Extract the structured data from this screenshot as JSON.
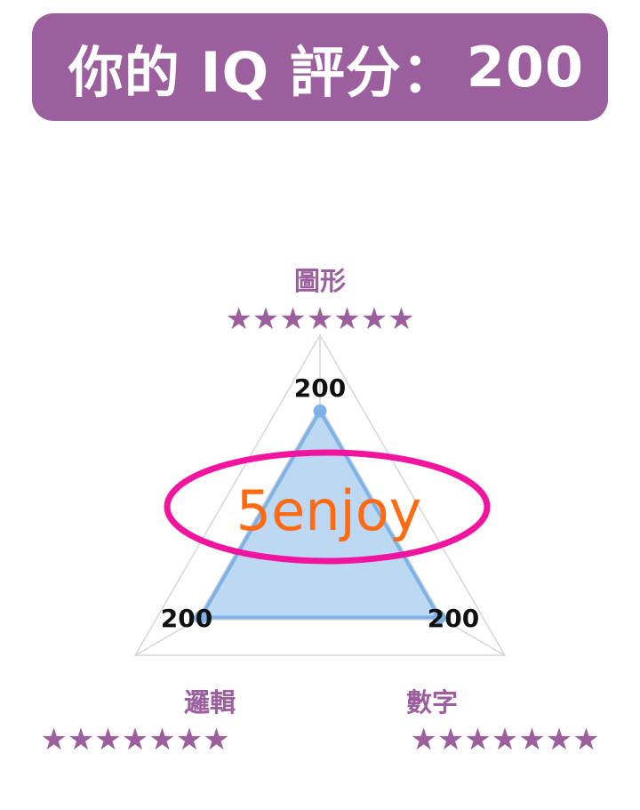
{
  "header": {
    "title": "你的 IQ 評分：",
    "score": "200"
  },
  "colors": {
    "brand_purple": "#9b5f9d",
    "area_fill": "#bcd8f3",
    "area_stroke": "#7fb3e8",
    "grid": "#d6d6d6",
    "watermark_ring": "#f0149f",
    "watermark_text": "#ff6a13"
  },
  "chart_data": {
    "type": "radar",
    "max": 200,
    "grid_levels": 3,
    "axes": [
      {
        "label": "圖形",
        "value": 200,
        "value_label": "200",
        "stars": "★★★★★★★"
      },
      {
        "label": "數字",
        "value": 200,
        "value_label": "200",
        "stars": "★★★★★★★"
      },
      {
        "label": "邏輯",
        "value": 200,
        "value_label": "200",
        "stars": "★★★★★★★"
      }
    ]
  },
  "watermark": {
    "text": "5enjoy"
  }
}
